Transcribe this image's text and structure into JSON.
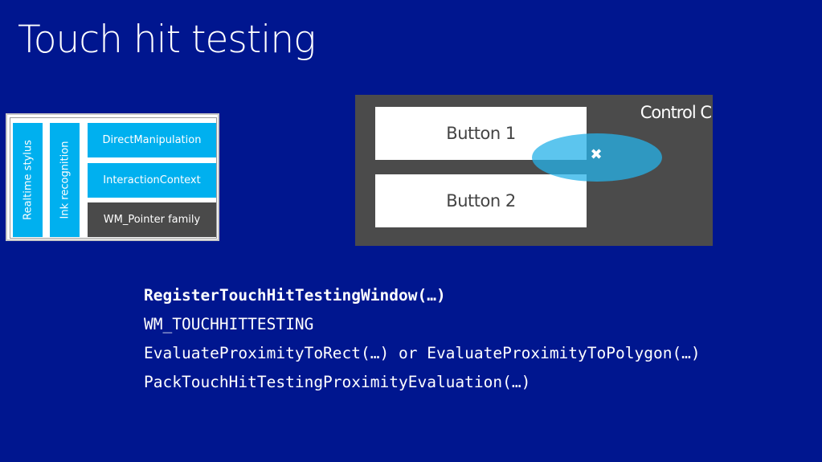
{
  "slide": {
    "title": "Touch hit testing"
  },
  "stack": {
    "columns": [
      "Realtime stylus",
      "Ink recognition"
    ],
    "layers": [
      {
        "label": "DirectManipulation",
        "color": "#00b0ef"
      },
      {
        "label": "InteractionContext",
        "color": "#00b0ef"
      },
      {
        "label": "WM_Pointer family",
        "color": "#4a4a4a"
      }
    ]
  },
  "control": {
    "label": "Control C",
    "buttons": [
      "Button 1",
      "Button 2"
    ],
    "touch_marker_icon": "x-mark-icon",
    "touch_color": "#26b2e8"
  },
  "apis": [
    {
      "text": "RegisterTouchHitTestingWindow(…)",
      "bold": true
    },
    {
      "text": "WM_TOUCHHITTESTING",
      "bold": false
    },
    {
      "text": "EvaluateProximityToRect(…) or EvaluateProximityToPolygon(…)",
      "bold": false
    },
    {
      "text": "PackTouchHitTestingProximityEvaluation(…)",
      "bold": false
    }
  ]
}
